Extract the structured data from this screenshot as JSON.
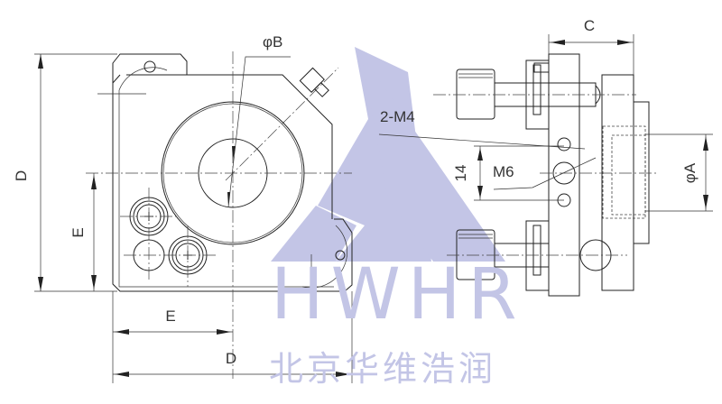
{
  "drawing": {
    "front_view": {
      "labels": {
        "dia_b": "φB",
        "d_vertical": "D",
        "e_vertical": "E",
        "e_horizontal": "E",
        "d_horizontal": "D"
      }
    },
    "side_view": {
      "labels": {
        "c": "C",
        "dia_a": "φA",
        "thread_m4": "2-M4",
        "thread_m6": "M6",
        "spacing": "14"
      }
    }
  },
  "watermark": {
    "latin": "HWHR",
    "chinese": "北京华维浩润",
    "color": "#c3c5e6"
  }
}
